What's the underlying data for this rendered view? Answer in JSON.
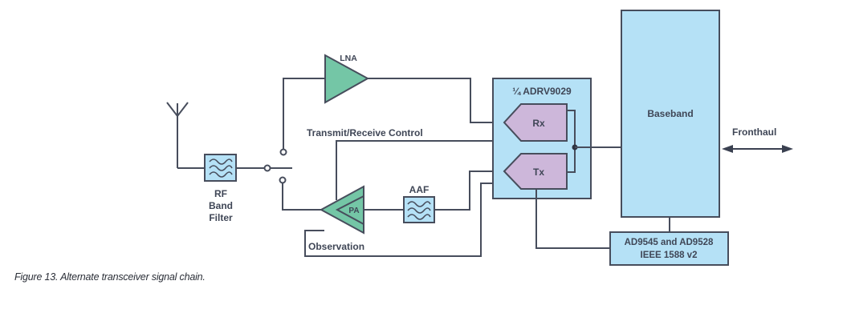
{
  "colors": {
    "line": "#474d5c",
    "amplifier_fill": "#74c6a6",
    "block_fill": "#b5e1f6",
    "converter_fill": "#cdb7da",
    "text": "#3f4656"
  },
  "blocks": {
    "lna": {
      "label": "LNA",
      "icon": "amplifier-triangle-icon"
    },
    "pa": {
      "label": "PA",
      "icon": "amplifier-triangle-icon"
    },
    "aaf": {
      "label": "AAF",
      "icon": "filter-waves-icon"
    },
    "rf_filter": {
      "label_lines": [
        "RF",
        "Band",
        "Filter"
      ],
      "icon": "filter-waves-icon"
    },
    "antenna": {
      "icon": "antenna-icon"
    },
    "switch": {
      "icon": "rf-switch-icon"
    },
    "transceiver": {
      "label": "¼ ADRV9029"
    },
    "rx": {
      "label": "Rx"
    },
    "tx": {
      "label": "Tx"
    },
    "baseband": {
      "label": "Baseband"
    },
    "clock": {
      "label_lines": [
        "AD9545 and AD9528",
        "IEEE 1588 v2"
      ]
    }
  },
  "signals": {
    "tr_control": "Transmit/Receive Control",
    "observation": "Observation",
    "fronthaul": "Fronthaul"
  },
  "caption": "Figure 13. Alternate transceiver signal chain."
}
